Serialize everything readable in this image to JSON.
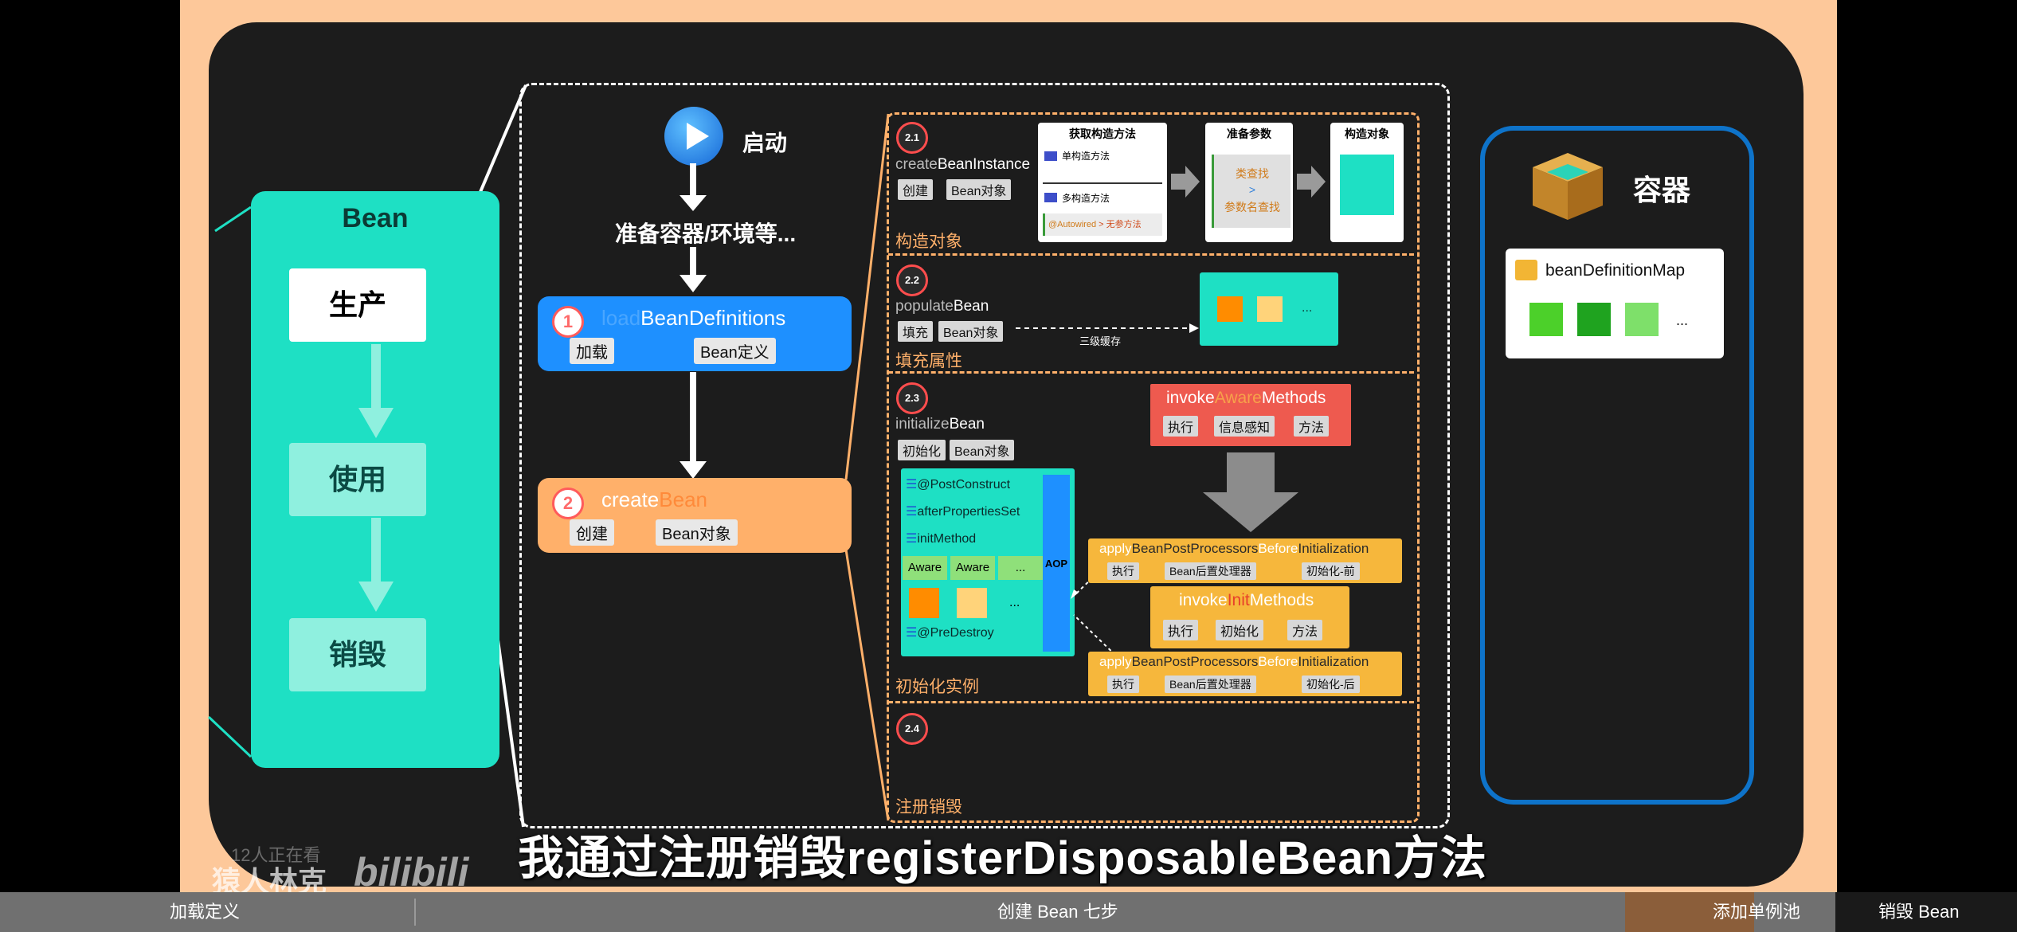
{
  "bean_panel": {
    "title": "Bean",
    "phases": [
      "生产",
      "使用",
      "销毁"
    ]
  },
  "flow": {
    "start_label": "启动",
    "prepare_label": "准备容器/环境等...",
    "step1": {
      "num": "1",
      "prefix": "load",
      "name": "BeanDefinitions",
      "tags": [
        "加载",
        "Bean定义"
      ]
    },
    "step2": {
      "num": "2",
      "prefix": "create",
      "name": "Bean",
      "tags": [
        "创建",
        "Bean对象"
      ]
    }
  },
  "create_bean": {
    "s21": {
      "badge": "2.1",
      "prefix": "create",
      "name": "BeanInstance",
      "tags": [
        "创建",
        "Bean对象"
      ],
      "label": "构造对象",
      "card1": {
        "title": "获取构造方法",
        "item1": "单构造方法",
        "item2": "多构造方法",
        "note_a": "@Autowired",
        "note_b": "> 无参方法"
      },
      "card2": {
        "title": "准备参数",
        "line1": "类查找",
        "line2": ">",
        "line3": "参数名查找"
      },
      "card3": {
        "title": "构造对象"
      }
    },
    "s22": {
      "badge": "2.2",
      "prefix": "populate",
      "name": "Bean",
      "tags": [
        "填充",
        "Bean对象"
      ],
      "label": "填充属性",
      "cache_label": "三级缓存",
      "ellipsis": "..."
    },
    "s23": {
      "badge": "2.3",
      "prefix": "initialize",
      "name": "Bean",
      "tags": [
        "初始化",
        "Bean对象"
      ],
      "label": "初始化实例",
      "list": [
        "@PostConstruct",
        "afterPropertiesSet",
        "initMethod",
        "@PreDestroy"
      ],
      "aware": [
        "Aware",
        "Aware",
        "..."
      ],
      "ellipsis": "...",
      "aop": "AOP",
      "aware_methods": {
        "a": "invoke",
        "b": "Aware",
        "c": "Methods",
        "tags": [
          "执行",
          "信息感知",
          "方法"
        ]
      },
      "before": {
        "a": "apply",
        "b": "BeanPostProcessors",
        "c": "Before",
        "d": "Initialization",
        "tags": [
          "执行",
          "Bean后置处理器",
          "初始化-前"
        ]
      },
      "init_methods": {
        "a": "invoke",
        "b": "Init",
        "c": "Methods",
        "tags": [
          "执行",
          "初始化",
          "方法"
        ]
      },
      "after": {
        "a": "apply",
        "b": "BeanPostProcessors",
        "c": "Before",
        "d": "Initialization",
        "tags": [
          "执行",
          "Bean后置处理器",
          "初始化-后"
        ]
      }
    },
    "s24": {
      "badge": "2.4",
      "label": "注册销毁"
    }
  },
  "container": {
    "title": "容器",
    "map_title": "beanDefinitionMap",
    "ellipsis": "..."
  },
  "subtitle": "我通过注册销毁registerDisposableBean方法",
  "watermark": {
    "viewers": "12人正在看",
    "author": "猿人林克",
    "logo": "bilibili"
  },
  "chapters": [
    "加载定义",
    "创建 Bean 七步",
    "添加单例池",
    "销毁 Bean"
  ],
  "colors": {
    "orange_frame": "#fdc89a",
    "teal": "#1ee0c4",
    "blue": "#1e90ff",
    "peach": "#ffb06a",
    "red": "#ee5a4f",
    "gold": "#f6b73c",
    "container_blue": "#0e73c9"
  }
}
